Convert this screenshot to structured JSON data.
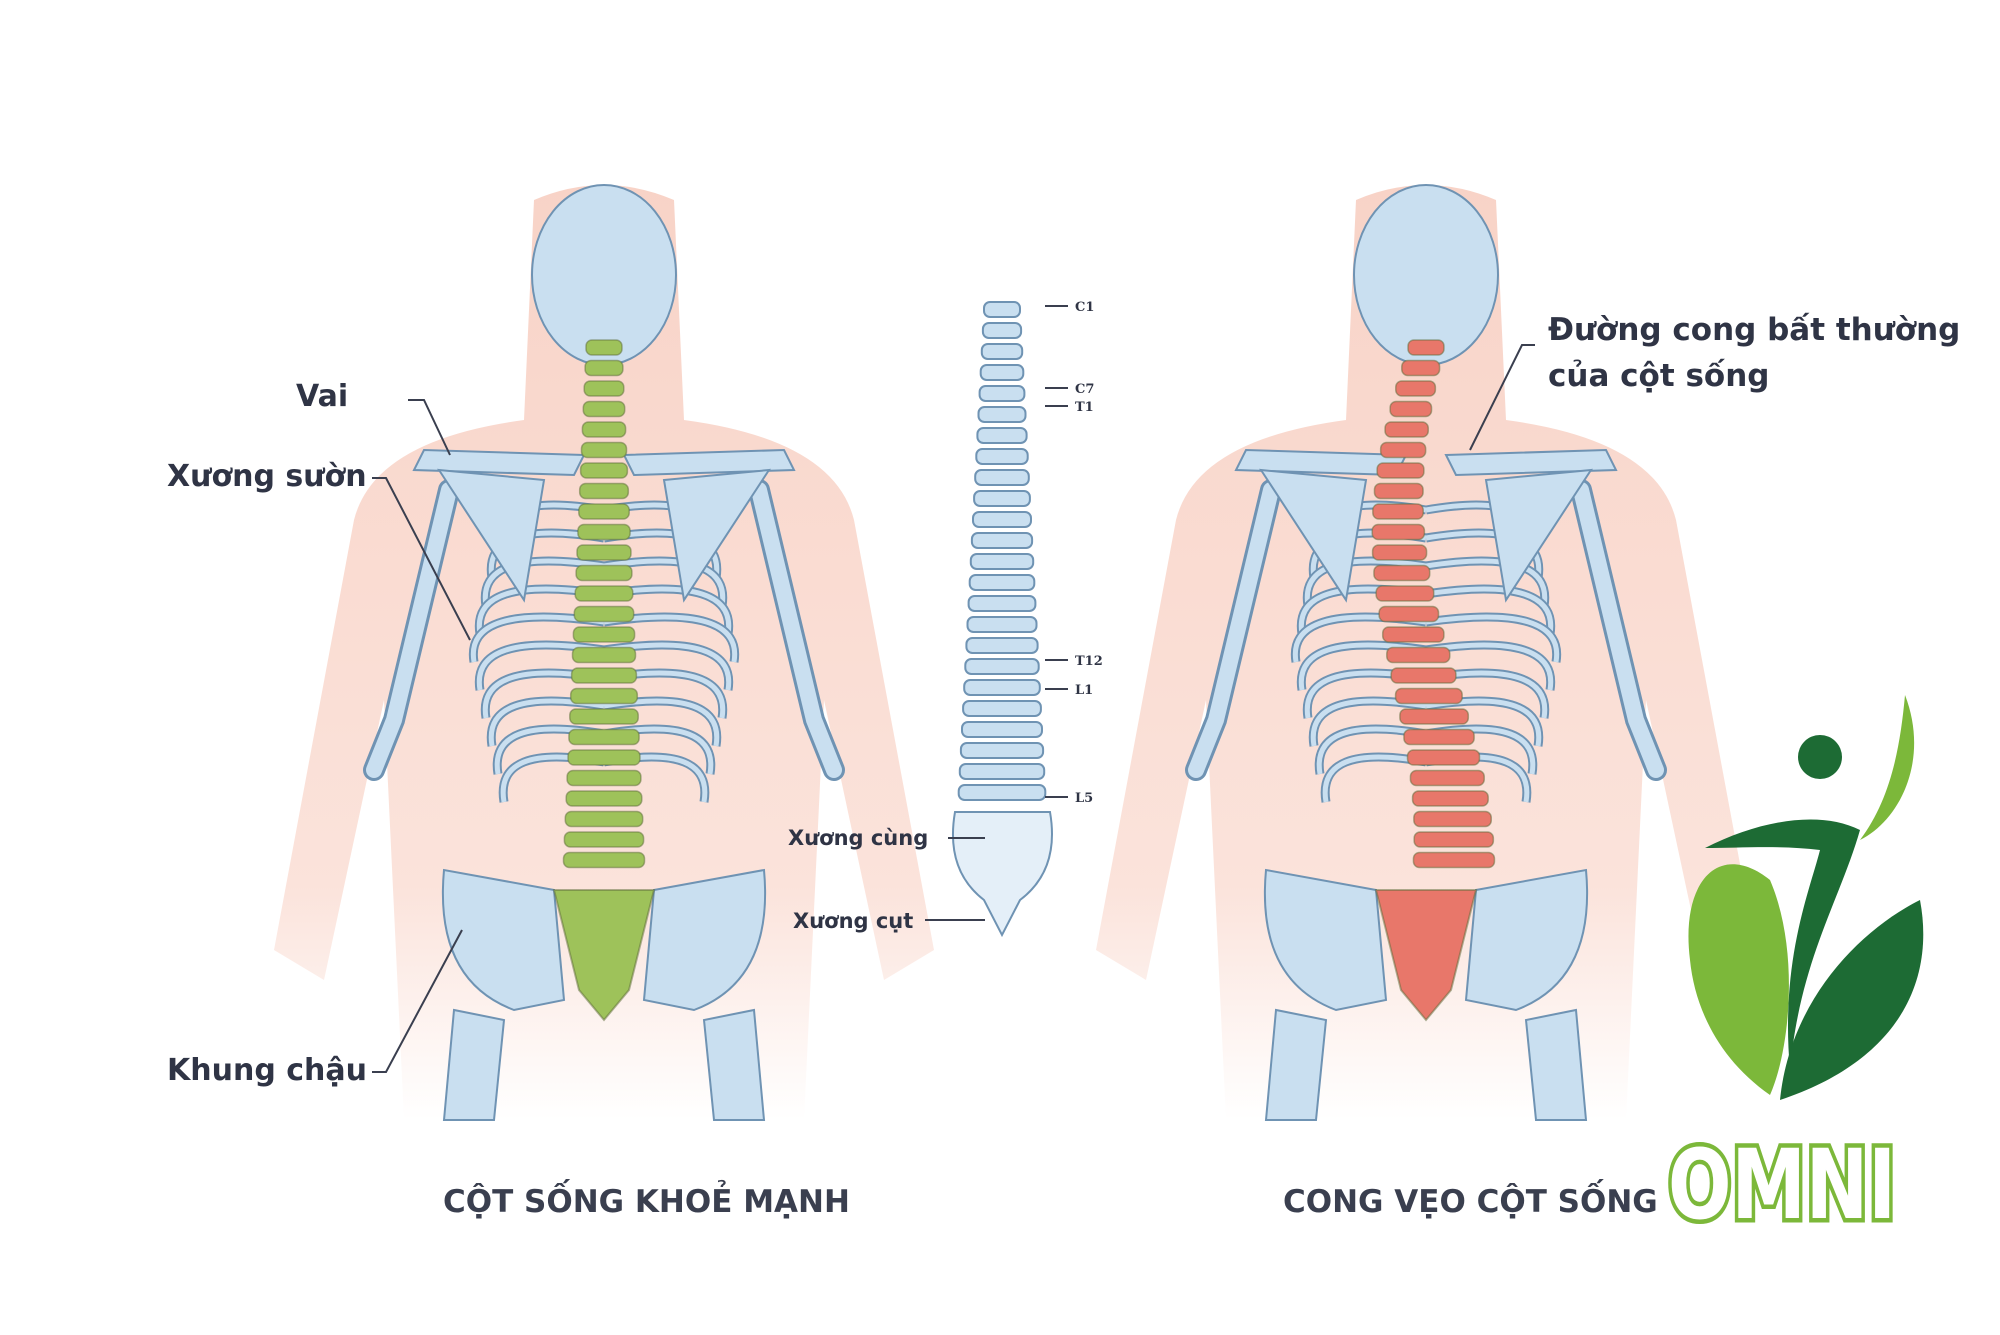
{
  "labels": {
    "shoulder": "Vai",
    "ribs": "Xương sườn",
    "pelvis": "Khung chậu",
    "sacrum": "Xương cùng",
    "coccyx": "Xương cụt",
    "abnormal_curve_line1": "Đường cong bất thường",
    "abnormal_curve_line2": "của cột sống"
  },
  "spine_markers": [
    "C1",
    "C7",
    "T1",
    "T12",
    "L1",
    "L5"
  ],
  "captions": {
    "healthy": "CỘT SỐNG KHOẺ MẠNH",
    "scoliosis": "CONG VẸO CỘT SỐNG"
  },
  "logo": {
    "text": "OMNI"
  },
  "colors": {
    "healthy_spine": "#9ec25a",
    "scoliosis_spine": "#e8776a",
    "bone": "#c9dff0",
    "bone_outline": "#6f93b3",
    "skin": "#f9d9cf",
    "logo_dark": "#1d6b34",
    "logo_light": "#7cb83a"
  }
}
